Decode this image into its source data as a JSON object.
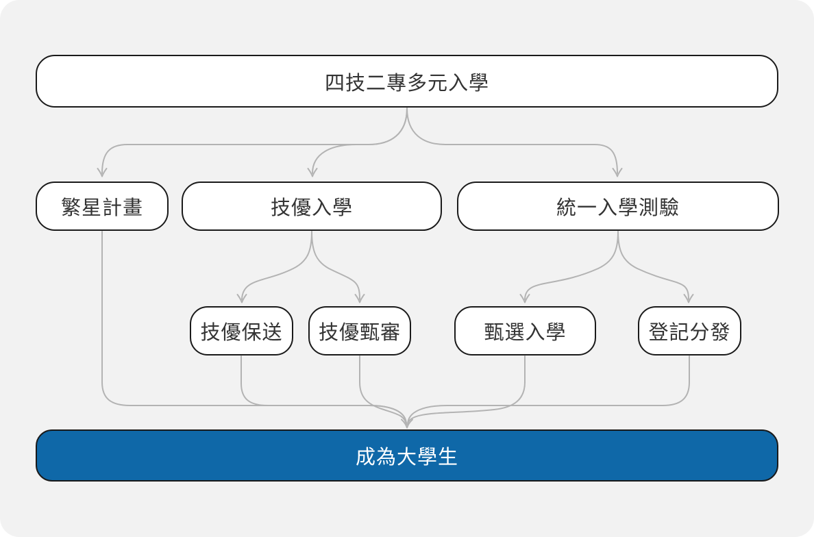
{
  "diagram": {
    "nodes": {
      "root": {
        "label": "四技二專多元入學"
      },
      "star_plan": {
        "label": "繁星計畫"
      },
      "tech_admission": {
        "label": "技優入學"
      },
      "unified_exam": {
        "label": "統一入學測驗"
      },
      "tech_recommendation": {
        "label": "技優保送"
      },
      "tech_screening": {
        "label": "技優甄審"
      },
      "selection_admission": {
        "label": "甄選入學"
      },
      "registration_distribution": {
        "label": "登記分發"
      },
      "become_student": {
        "label": "成為大學生"
      }
    },
    "edges": [
      {
        "from": "root",
        "to": "star_plan"
      },
      {
        "from": "root",
        "to": "tech_admission"
      },
      {
        "from": "root",
        "to": "unified_exam"
      },
      {
        "from": "tech_admission",
        "to": "tech_recommendation"
      },
      {
        "from": "tech_admission",
        "to": "tech_screening"
      },
      {
        "from": "unified_exam",
        "to": "selection_admission"
      },
      {
        "from": "unified_exam",
        "to": "registration_distribution"
      },
      {
        "from": "star_plan",
        "to": "become_student"
      },
      {
        "from": "tech_recommendation",
        "to": "become_student"
      },
      {
        "from": "tech_screening",
        "to": "become_student"
      },
      {
        "from": "selection_admission",
        "to": "become_student"
      },
      {
        "from": "registration_distribution",
        "to": "become_student"
      }
    ]
  },
  "colors": {
    "canvas_bg": "#f2f2f2",
    "page_bg": "#ffffff",
    "node_fill": "#ffffff",
    "node_border": "#1a1a1a",
    "node_text": "#333333",
    "edge": "#b3b3b3",
    "final_fill": "#0f68a8",
    "final_text": "#ffffff"
  }
}
